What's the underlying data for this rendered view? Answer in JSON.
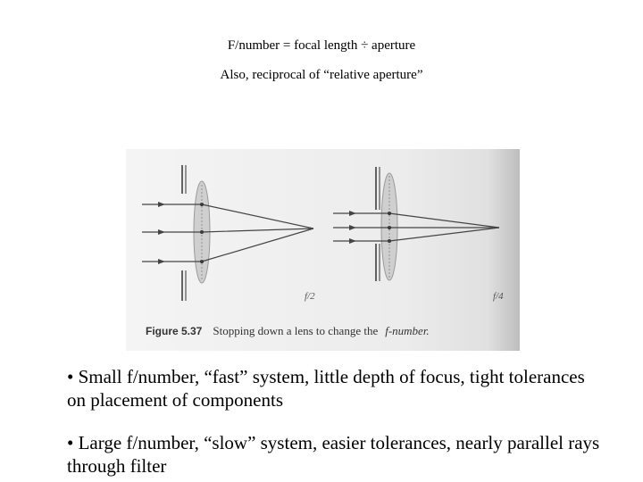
{
  "heading": {
    "line1": "F/number = focal length ÷ aperture",
    "line2": "Also, reciprocal of “relative aperture”"
  },
  "figure": {
    "label_left": "f/2",
    "label_right": "f/4",
    "caption_number": "Figure 5.37",
    "caption_text": "Stopping down a lens to change the",
    "caption_italic": "f-number."
  },
  "bullets": [
    "• Small f/number, “fast” system, little depth of focus, tight tolerances on placement of components",
    "• Large f/number, “slow” system, easier tolerances, nearly parallel rays through filter"
  ]
}
